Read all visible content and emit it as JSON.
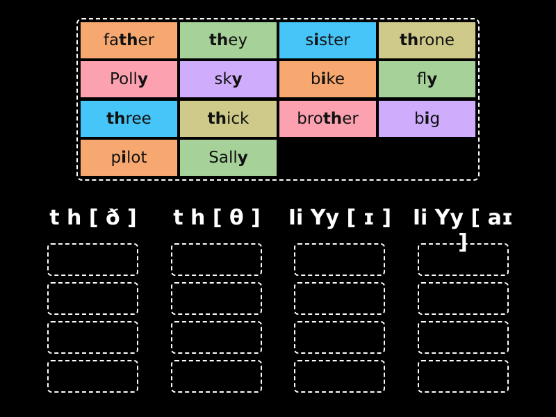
{
  "colors": {
    "background": "#000000",
    "orange": "#f7a870",
    "green": "#a6d29a",
    "blue": "#46c5f8",
    "olive": "#cfca8a",
    "pink": "#fba1b0",
    "purple": "#cfadfc"
  },
  "tiles": [
    {
      "parts": [
        "fa",
        "th",
        "er"
      ],
      "bold": 1,
      "color": "#f7a870"
    },
    {
      "parts": [
        "",
        "th",
        "ey"
      ],
      "bold": 1,
      "color": "#a6d29a"
    },
    {
      "parts": [
        "s",
        "i",
        "ster"
      ],
      "bold": 1,
      "color": "#46c5f8"
    },
    {
      "parts": [
        "",
        "th",
        "rone"
      ],
      "bold": 1,
      "color": "#cfca8a"
    },
    {
      "parts": [
        "Poll",
        "y",
        ""
      ],
      "bold": 1,
      "color": "#fba1b0"
    },
    {
      "parts": [
        "sk",
        "y",
        ""
      ],
      "bold": 1,
      "color": "#cfadfc"
    },
    {
      "parts": [
        "b",
        "i",
        "ke"
      ],
      "bold": 1,
      "color": "#f7a870"
    },
    {
      "parts": [
        "fl",
        "y",
        ""
      ],
      "bold": 1,
      "color": "#a6d29a"
    },
    {
      "parts": [
        "",
        "th",
        "ree"
      ],
      "bold": 1,
      "color": "#46c5f8"
    },
    {
      "parts": [
        "",
        "th",
        "ick"
      ],
      "bold": 1,
      "color": "#cfca8a"
    },
    {
      "parts": [
        "bro",
        "th",
        "er"
      ],
      "bold": 1,
      "color": "#fba1b0"
    },
    {
      "parts": [
        "b",
        "i",
        "g"
      ],
      "bold": 1,
      "color": "#cfadfc"
    },
    {
      "parts": [
        "p",
        "i",
        "lot"
      ],
      "bold": 1,
      "color": "#f7a870"
    },
    {
      "parts": [
        "Sall",
        "y",
        ""
      ],
      "bold": 1,
      "color": "#a6d29a"
    }
  ],
  "categories": [
    {
      "label": "t h [ ð ]"
    },
    {
      "label": "t h [ θ ]"
    },
    {
      "label": "Ii Yy [ ɪ ]"
    },
    {
      "label": "Ii Yy [ aɪ ]"
    }
  ]
}
